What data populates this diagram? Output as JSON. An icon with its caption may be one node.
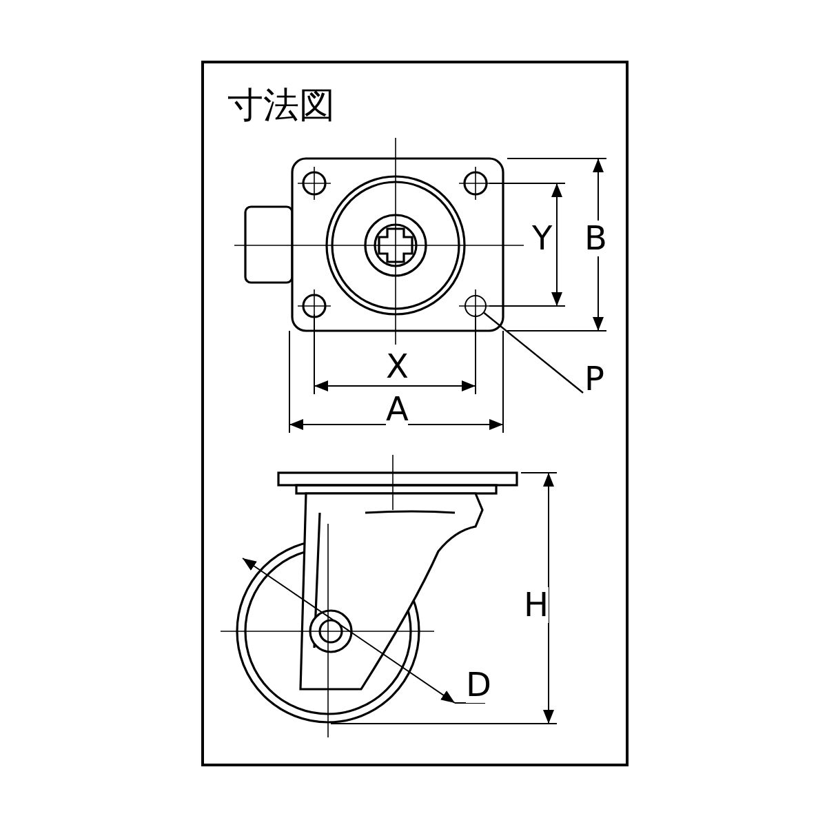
{
  "diagram": {
    "title": "寸法図",
    "nodes": [
      {
        "text": [
          "P"
        ]
      },
      {
        "text": [],
        "shape": "circle"
      }
    ],
    "edges": [
      {
        "from": 0,
        "to": 1,
        "arrow": "none"
      }
    ],
    "labels": [
      "Y",
      "B",
      "X",
      "A",
      "H",
      "D"
    ]
  }
}
